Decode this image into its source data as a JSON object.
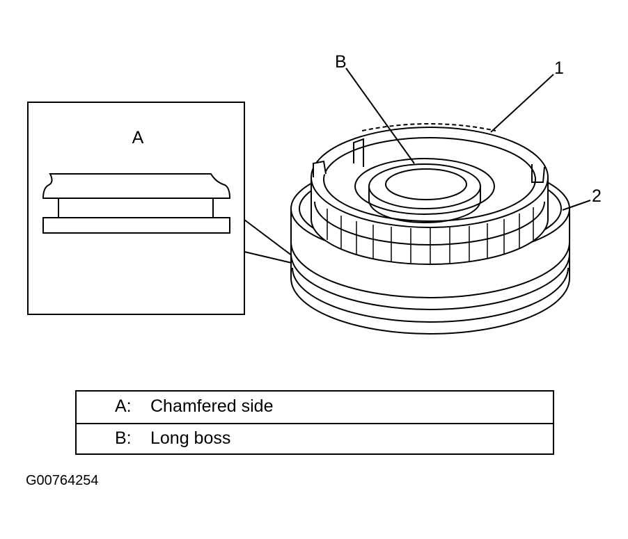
{
  "inset": {
    "label": "A"
  },
  "callouts": {
    "b": "B",
    "one": "1",
    "two": "2"
  },
  "legend": [
    {
      "key": "A:",
      "text": "Chamfered side"
    },
    {
      "key": "B:",
      "text": "Long boss"
    }
  ],
  "figure_id": "G00764254"
}
